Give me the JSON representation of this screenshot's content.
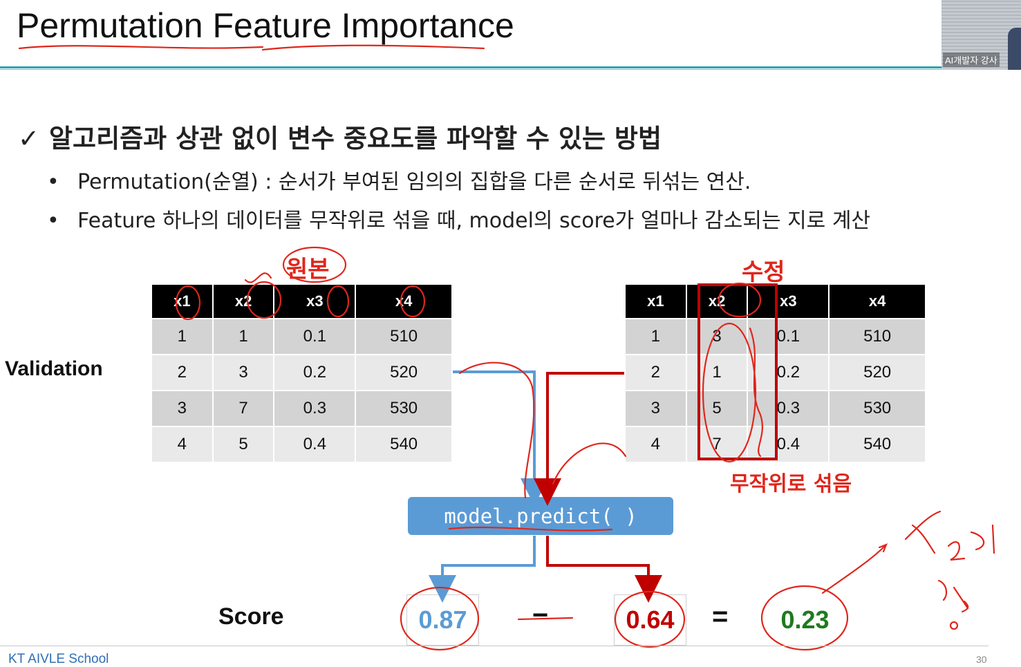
{
  "slide": {
    "title": "Permutation Feature Importance",
    "heading_check": "✓",
    "heading": "알고리즘과 상관 없이 변수 중요도를 파악할 수 있는 방법",
    "bullets": [
      {
        "marker": "•",
        "text": "Permutation(순열) : 순서가 부여된 임의의 집합을 다른 순서로 뒤섞는 연산."
      },
      {
        "marker": "•",
        "text": "Feature 하나의 데이터를 무작위로 섞을 때, model의 score가 얼마나 감소되는 지로 계산"
      }
    ],
    "validation_label": "Validation",
    "original_label": "원본",
    "modified_label": "수정",
    "shuffled_label": "무작위로 섞음",
    "left_table": {
      "headers": [
        "x1",
        "x2",
        "x3",
        "x4"
      ],
      "rows": [
        [
          "1",
          "1",
          "0.1",
          "510"
        ],
        [
          "2",
          "3",
          "0.2",
          "520"
        ],
        [
          "3",
          "7",
          "0.3",
          "530"
        ],
        [
          "4",
          "5",
          "0.4",
          "540"
        ]
      ]
    },
    "right_table": {
      "headers": [
        "x1",
        "x2",
        "x3",
        "x4"
      ],
      "rows": [
        [
          "1",
          "3",
          "0.1",
          "510"
        ],
        [
          "2",
          "1",
          "0.2",
          "520"
        ],
        [
          "3",
          "5",
          "0.3",
          "530"
        ],
        [
          "4",
          "7",
          "0.4",
          "540"
        ]
      ]
    },
    "predict_label": "model.predict( )",
    "score_label": "Score",
    "score_original": "0.87",
    "minus": "−",
    "score_modified": "0.64",
    "equals": "=",
    "score_diff": "0.23",
    "footer": "KT AIVLE School",
    "page_number": "30",
    "webcam_label": "AI개발자 강사",
    "colors": {
      "accent_rule": "#2aa5b0",
      "blue": "#5b9bd5",
      "red": "#c00000",
      "green": "#1e7a1e",
      "annotation": "#e0261b"
    }
  }
}
